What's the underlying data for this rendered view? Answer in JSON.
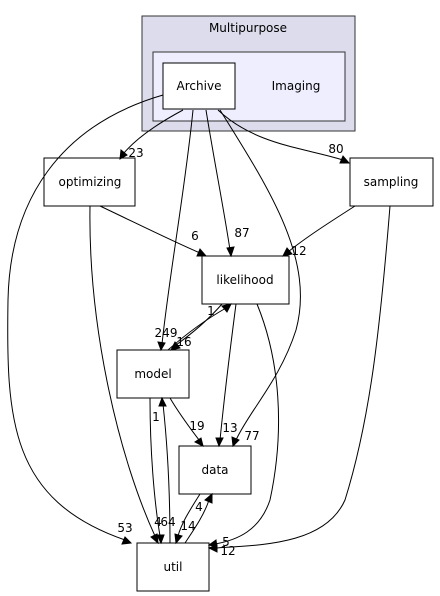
{
  "diagram": {
    "clusters": {
      "outer": {
        "label": "Multipurpose",
        "fill": "#dcdcec",
        "stroke": "#333333"
      },
      "inner": {
        "fill": "#eeeefe",
        "stroke": "#333333"
      }
    },
    "nodes": {
      "archive": "Archive",
      "imaging": "Imaging",
      "optimizing": "optimizing",
      "sampling": "sampling",
      "likelihood": "likelihood",
      "model": "model",
      "data": "data",
      "util": "util"
    },
    "edges": [
      {
        "from": "Archive",
        "to": "optimizing",
        "label": "23"
      },
      {
        "from": "Archive",
        "to": "sampling",
        "label": "80"
      },
      {
        "from": "Archive",
        "to": "likelihood",
        "label": "87"
      },
      {
        "from": "Archive",
        "to": "model",
        "label": "249"
      },
      {
        "from": "Archive",
        "to": "data",
        "label": "77"
      },
      {
        "from": "Archive",
        "to": "util",
        "label": "53"
      },
      {
        "from": "optimizing",
        "to": "likelihood",
        "label": "6"
      },
      {
        "from": "optimizing",
        "to": "util",
        "label": "4"
      },
      {
        "from": "sampling",
        "to": "likelihood",
        "label": "12"
      },
      {
        "from": "sampling",
        "to": "util",
        "label": "12"
      },
      {
        "from": "likelihood",
        "to": "model",
        "label": "16"
      },
      {
        "from": "model",
        "to": "likelihood",
        "label": "1"
      },
      {
        "from": "likelihood",
        "to": "data",
        "label": "13"
      },
      {
        "from": "likelihood",
        "to": "util",
        "label": "5"
      },
      {
        "from": "model",
        "to": "data",
        "label": "19"
      },
      {
        "from": "model",
        "to": "util",
        "label": "64"
      },
      {
        "from": "util",
        "to": "model",
        "label": "1"
      },
      {
        "from": "data",
        "to": "util",
        "label": "14"
      },
      {
        "from": "util",
        "to": "data",
        "label": "4"
      }
    ]
  }
}
